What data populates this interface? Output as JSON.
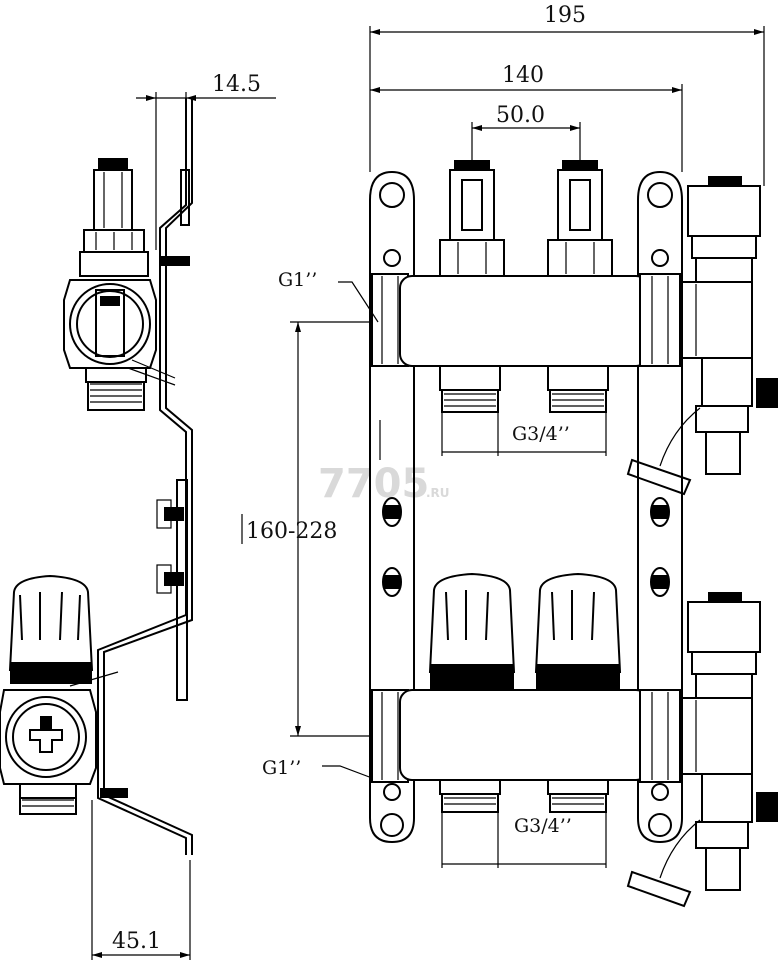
{
  "dimensions": {
    "overall_width": "195",
    "bracket_width": "140",
    "outlet_spacing": "50.0",
    "side_depth_top": "14.5",
    "side_depth_bottom": "45.1",
    "height_range": "160-228"
  },
  "threads": {
    "inlet_top": "G1’’",
    "inlet_bottom": "G1’’",
    "outlet_top": "G3/4’’",
    "outlet_bottom": "G3/4’’"
  },
  "watermark": {
    "text": "7705",
    "suffix": ".RU"
  }
}
